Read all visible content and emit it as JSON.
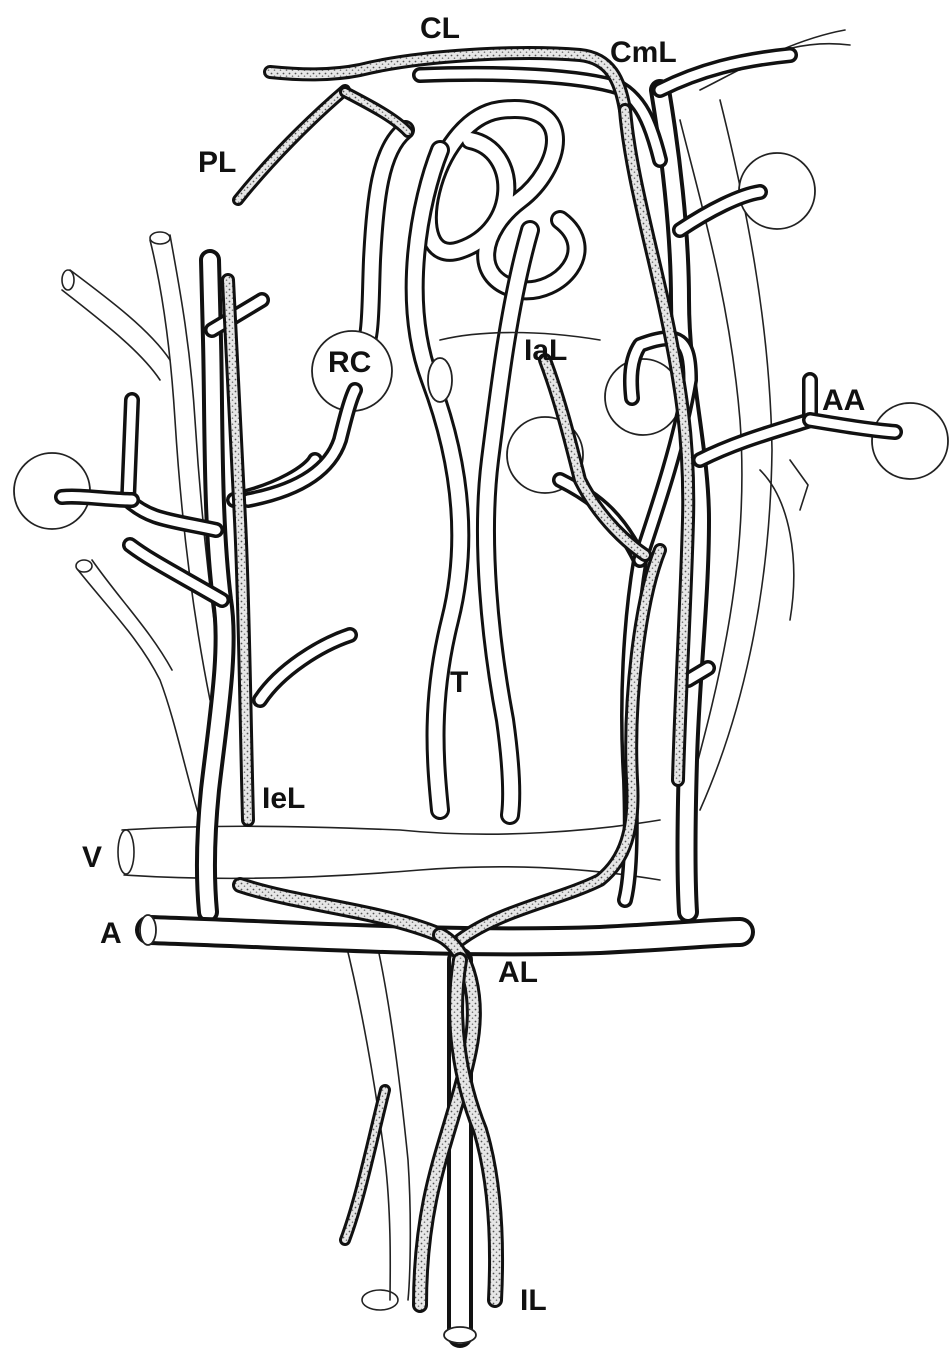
{
  "diagram": {
    "colors": {
      "ink": "#111111",
      "paper": "#ffffff",
      "stipple": "#cfcfcf"
    },
    "labels": {
      "cl": "CL",
      "cml": "CmL",
      "pl": "PL",
      "rc": "RC",
      "ial": "IaL",
      "aa": "AA",
      "t": "T",
      "iel": "IeL",
      "v": "V",
      "a": "A",
      "al": "AL",
      "il": "IL"
    }
  }
}
